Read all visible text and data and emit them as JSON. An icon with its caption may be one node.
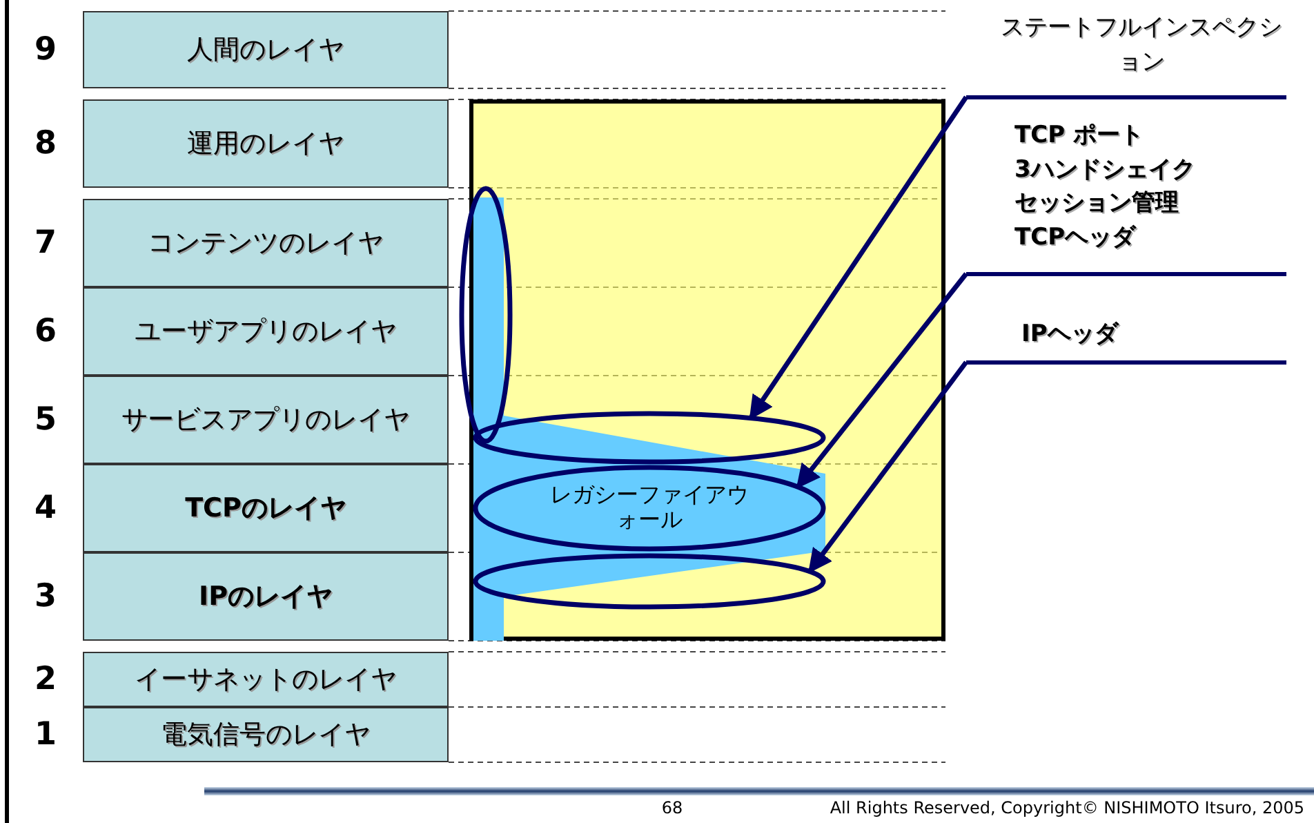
{
  "diagram": {
    "nodes": [
      {
        "text": [
          "人間のレイヤ"
        ],
        "beside": [
          "9"
        ]
      },
      {
        "text": [
          "運用のレイヤ"
        ],
        "beside": [
          "8"
        ]
      },
      {
        "text": [
          "コンテンツのレイヤ"
        ],
        "beside": [
          "7"
        ]
      },
      {
        "text": [
          "ユーザアプリのレイヤ"
        ],
        "beside": [
          "6"
        ]
      },
      {
        "text": [
          "サービスアプリのレイヤ"
        ],
        "beside": [
          "5"
        ]
      },
      {
        "text": [
          "TCPのレイヤ"
        ],
        "beside": [
          "4"
        ]
      },
      {
        "text": [
          "IPのレイヤ"
        ],
        "beside": [
          "3"
        ]
      },
      {
        "text": [
          "イーサネットのレイヤ"
        ],
        "beside": [
          "2"
        ]
      },
      {
        "text": [
          "電気信号のレイヤ"
        ],
        "beside": [
          "1"
        ]
      },
      {
        "text": [],
        "shape": "box"
      },
      {
        "text": [],
        "shape": "ellipse"
      },
      {
        "text": [],
        "shape": "ellipse",
        "in": 9
      },
      {
        "text": [
          "レガシーファイアウォール"
        ],
        "in": 9
      },
      {
        "text": [],
        "shape": "ellipse",
        "in": 9
      },
      {
        "text": [
          "ステートフルインスペクション"
        ]
      },
      {
        "text": [
          "TCP ポート",
          "3ハンドシェイク",
          "セッション管理",
          "TCPヘッダ"
        ]
      },
      {
        "text": [
          "IPヘッダ"
        ]
      }
    ],
    "edges": [
      {
        "from": 14,
        "to": 11,
        "arrow": "to"
      },
      {
        "from": 15,
        "to": 12,
        "arrow": "to"
      },
      {
        "from": 16,
        "to": 13,
        "arrow": "to"
      }
    ],
    "labels": [
      "68",
      "All Rights Reserved, Copyright© NISHIMOTO Itsuro, 2005"
    ]
  }
}
